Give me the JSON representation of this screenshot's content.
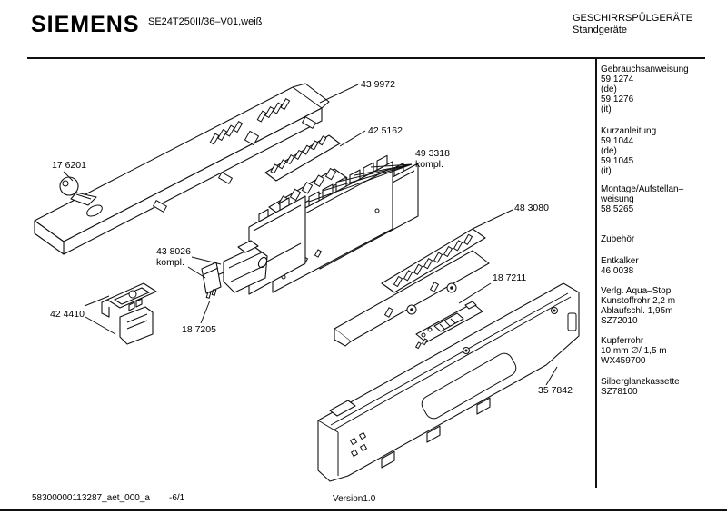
{
  "header": {
    "brand": "SIEMENS",
    "model": "SE24T250II/36–V01,weiß",
    "category": "GESCHIRRSPÜLGERÄTE",
    "subcategory": "Standgeräte"
  },
  "sidebar": {
    "sections": [
      {
        "lines": [
          "Gebrauchsanweisung",
          "59 1274",
          "(de)",
          "59 1276",
          "(it)"
        ]
      },
      {
        "lines": [
          "Kurzanleitung",
          "59 1044",
          "(de)",
          "59 1045",
          "(it)"
        ]
      },
      {
        "lines": [
          "Montage/Aufstellan–",
          "weisung",
          "58 5265"
        ]
      },
      {
        "lines": [
          "Zubehör"
        ]
      },
      {
        "lines": [
          "Entkalker",
          "46 0038"
        ]
      },
      {
        "lines": [
          "Verlg. Aqua–Stop",
          "Kunstoffrohr 2,2 m",
          "Ablaufschl. 1,95m",
          "SZ72010"
        ]
      },
      {
        "lines": [
          "Kupferrohr",
          "10 mm ∅/ 1,5 m",
          "WX459700"
        ]
      },
      {
        "lines": [
          "Silberglanzkassette",
          "SZ78100"
        ]
      }
    ]
  },
  "diagram": {
    "parts": [
      {
        "id": "439972",
        "label": "43 9972",
        "suffix": ""
      },
      {
        "id": "425162",
        "label": "42 5162",
        "suffix": ""
      },
      {
        "id": "493318",
        "label": "49 3318",
        "suffix": "kompl."
      },
      {
        "id": "483080",
        "label": "48 3080",
        "suffix": ""
      },
      {
        "id": "176201",
        "label": "17 6201",
        "suffix": ""
      },
      {
        "id": "438026",
        "label": "43 8026",
        "suffix": "kompl."
      },
      {
        "id": "187211",
        "label": "18 7211",
        "suffix": ""
      },
      {
        "id": "424410",
        "label": "42 4410",
        "suffix": ""
      },
      {
        "id": "187205",
        "label": "18 7205",
        "suffix": ""
      },
      {
        "id": "357842",
        "label": "35 7842",
        "suffix": ""
      }
    ]
  },
  "footer": {
    "document_id": "58300000113287_aet_000_a",
    "page": "-6/1",
    "version": "Version1.0"
  }
}
